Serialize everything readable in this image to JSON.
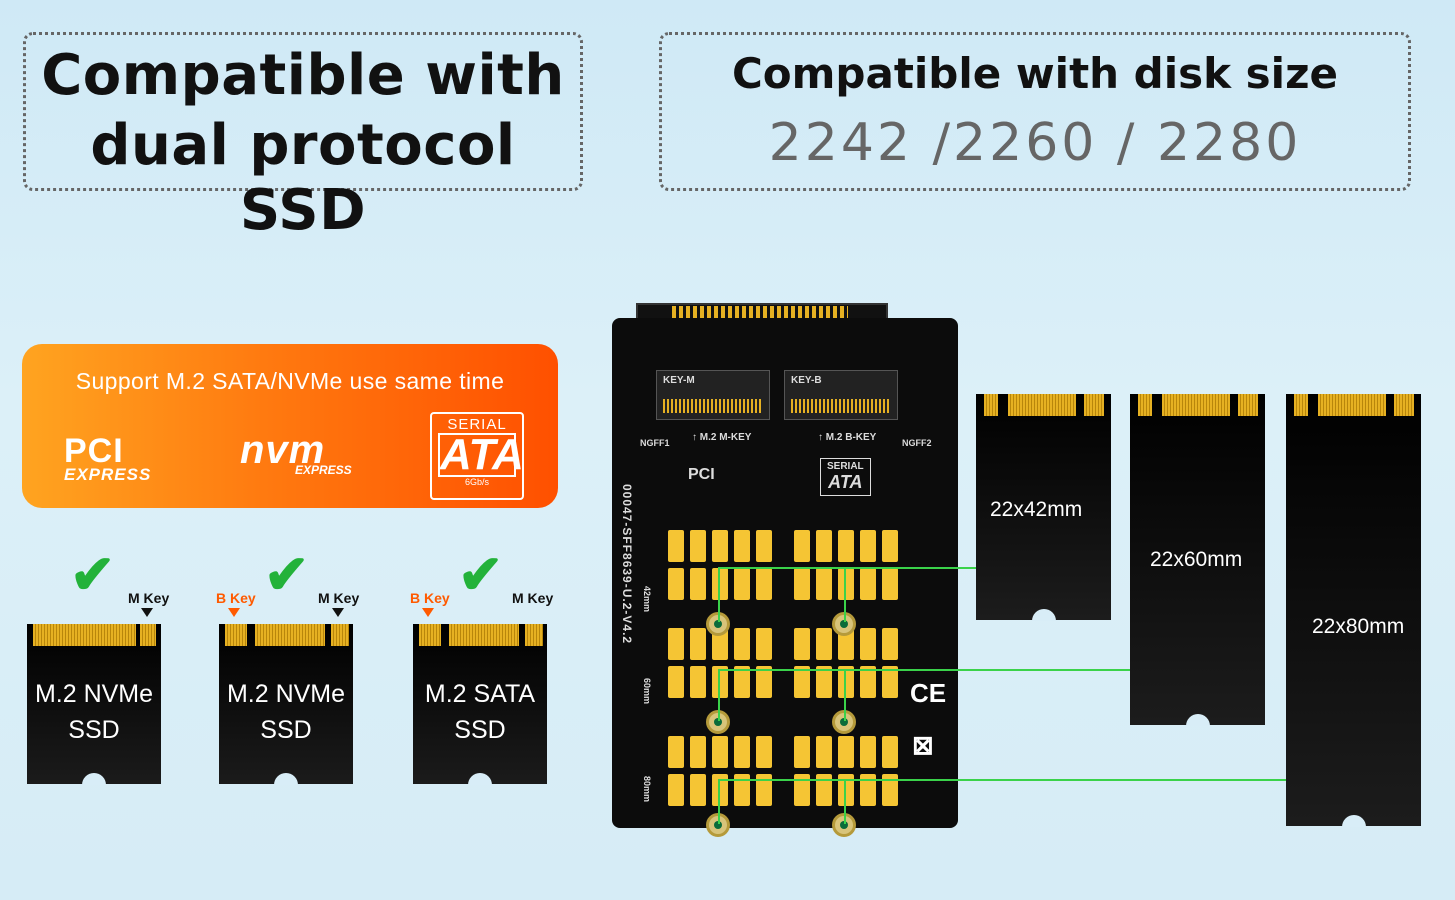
{
  "header_left": {
    "line1": "Compatible with",
    "line2": "dual protocol SSD"
  },
  "header_right": {
    "line1": "Compatible with disk size",
    "line2": "2242 /2260 / 2280"
  },
  "support_banner": {
    "text": "Support M.2 SATA/NVMe use same time",
    "pci_logo": {
      "line1": "PCI",
      "line2": "EXPRESS"
    },
    "nvm_logo": {
      "line1": "nvm",
      "line2": "EXPRESS"
    },
    "sata_logo": {
      "line1": "SERIAL",
      "line2": "ATA",
      "line3": "6Gb/s"
    },
    "colors": {
      "start": "#ffa420",
      "end": "#ff5000"
    }
  },
  "ssd_types": [
    {
      "line1": "M.2 NVMe",
      "line2": "SSD",
      "keys": [
        "M Key"
      ]
    },
    {
      "line1": "M.2 NVMe",
      "line2": "SSD",
      "keys": [
        "B Key",
        "M Key"
      ]
    },
    {
      "line1": "M.2 SATA",
      "line2": "SSD",
      "keys": [
        "B Key",
        "M Key"
      ]
    }
  ],
  "board": {
    "slot_left_label": "KEY-M",
    "slot_right_label": "KEY-B",
    "mkey_label": "M.2 M-KEY",
    "bkey_label": "M.2 B-KEY",
    "model": "00047-SFF8639-U.2-V4.2",
    "ngff1": "NGFF1",
    "ngff2": "NGFF2",
    "mark_42": "42mm",
    "mark_60": "60mm",
    "mark_80": "80mm"
  },
  "disk_sizes": [
    {
      "label": "22x42mm"
    },
    {
      "label": "22x60mm"
    },
    {
      "label": "22x80mm"
    }
  ],
  "colors": {
    "check": "#23b23a",
    "bkey": "#ff5a00",
    "guide_line": "#3ad24a"
  }
}
